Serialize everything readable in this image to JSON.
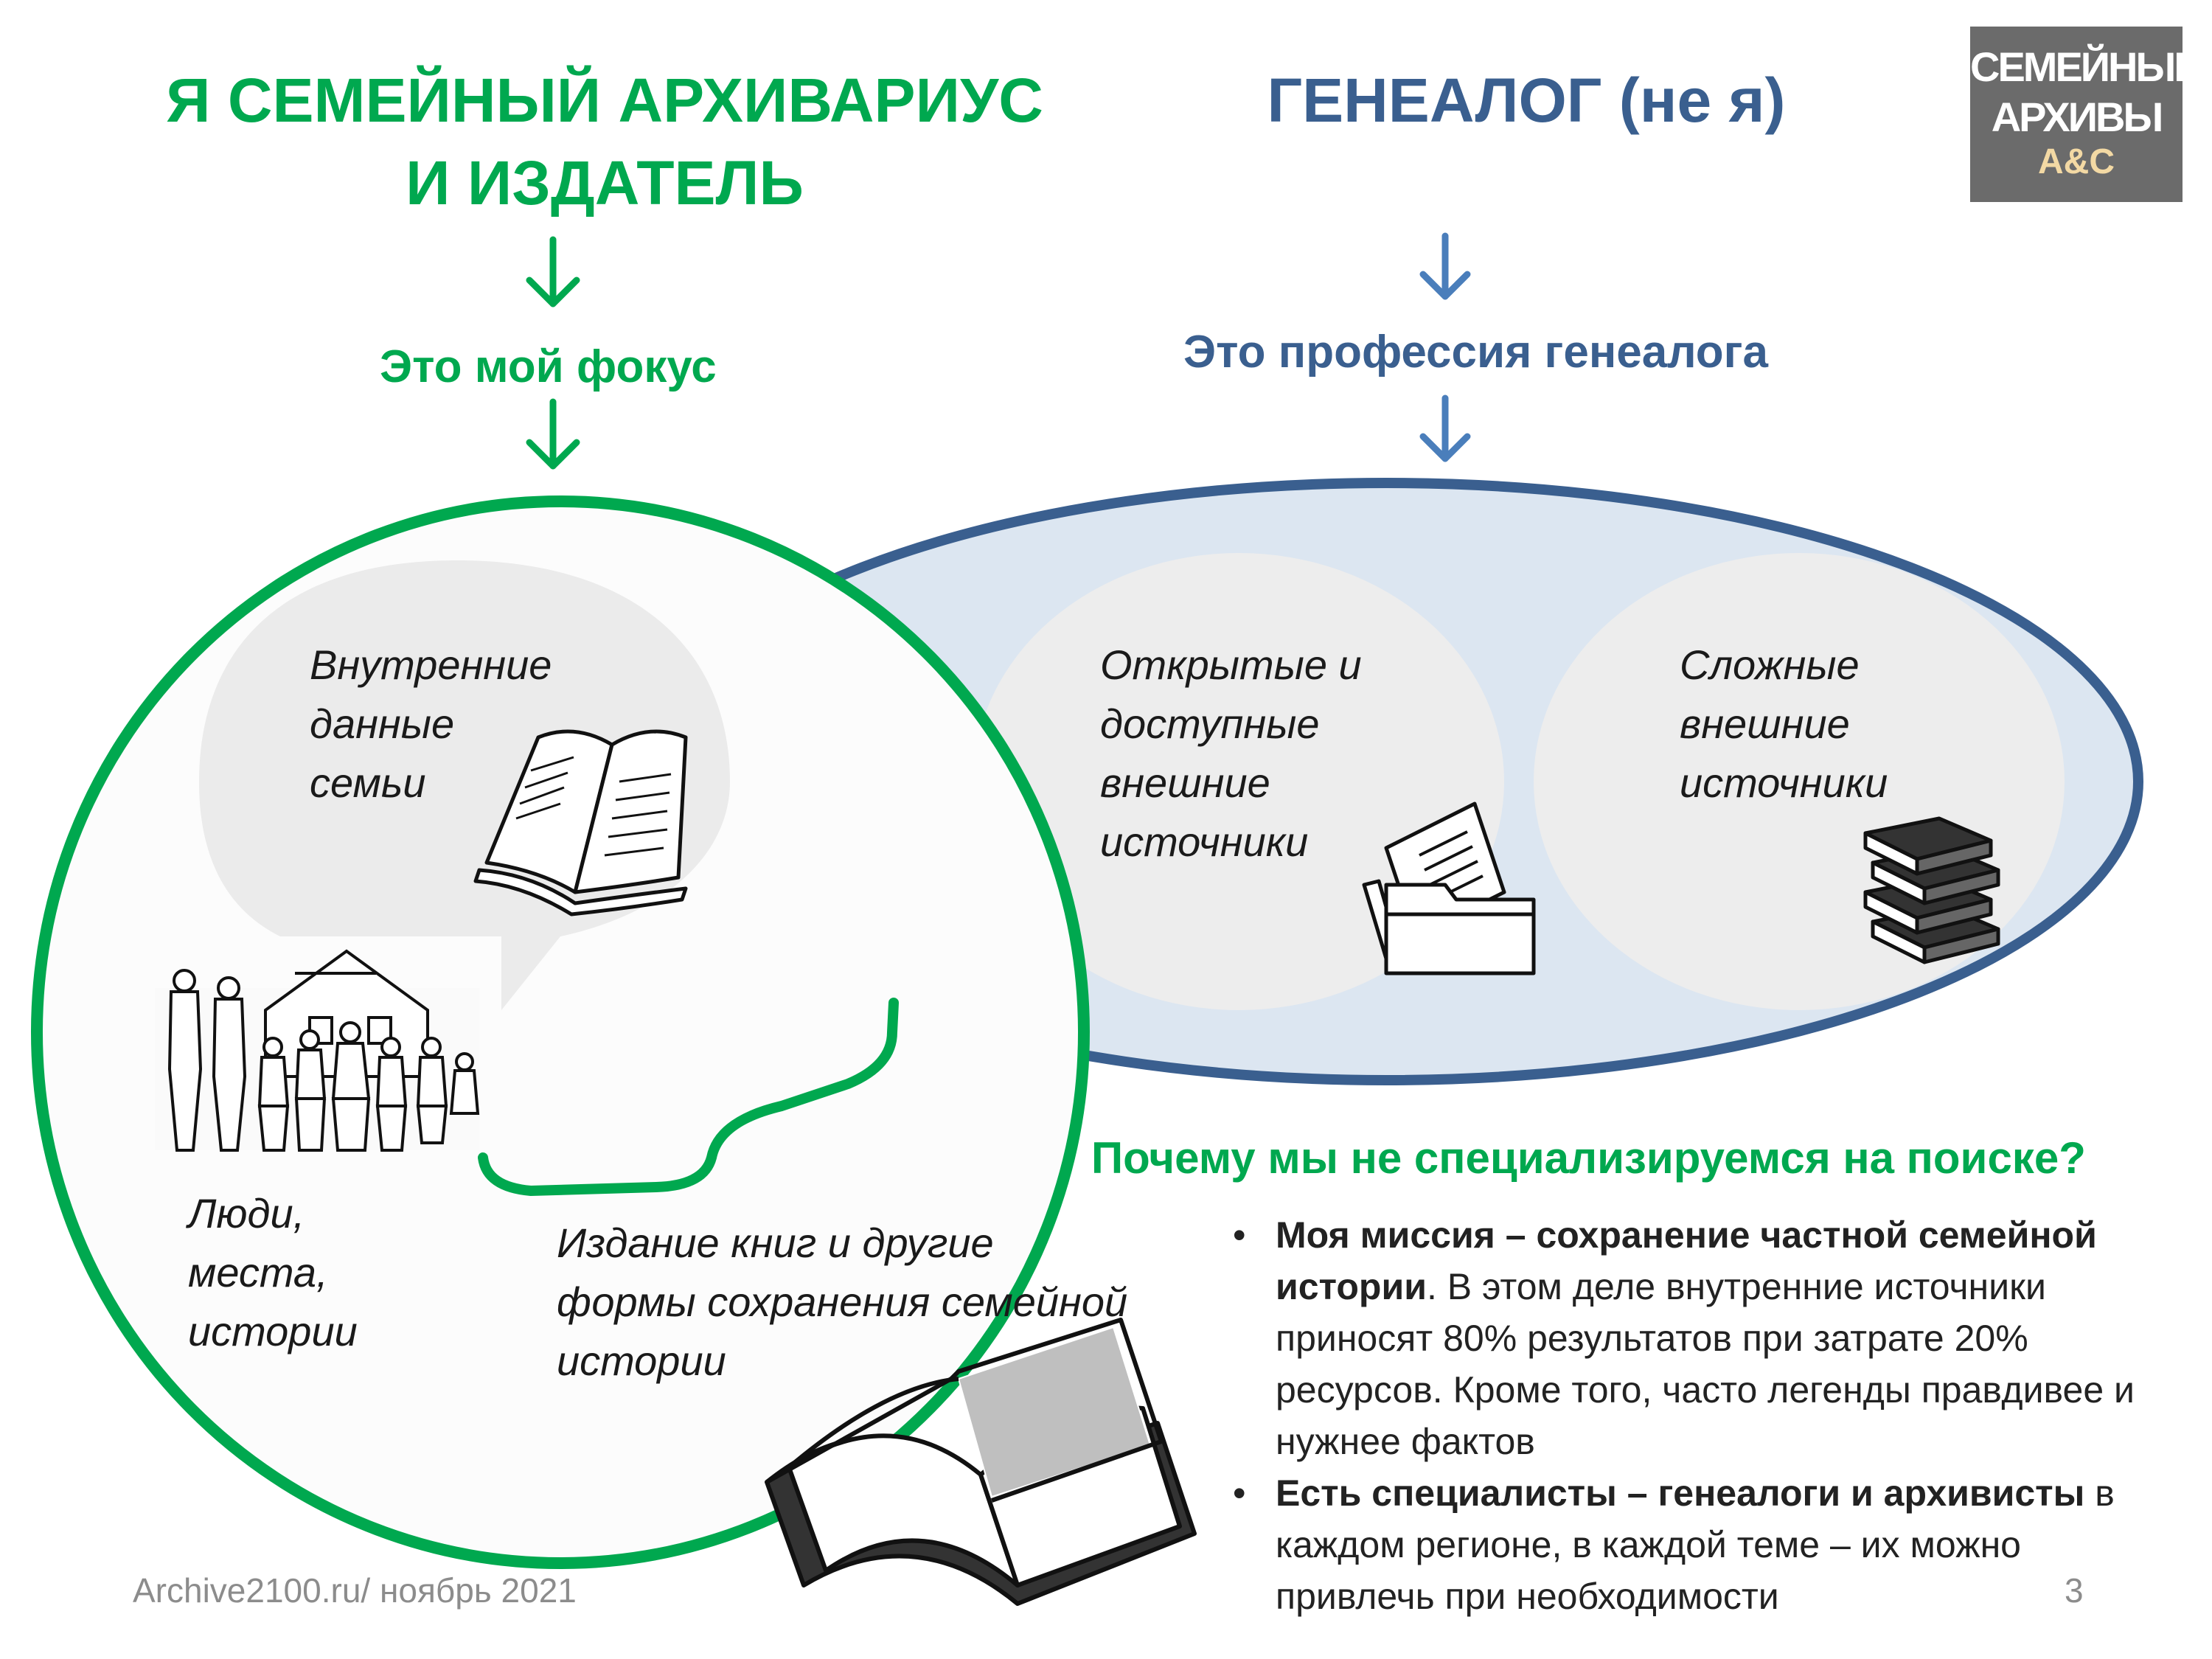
{
  "left_title": {
    "line1": "Я СЕМЕЙНЫЙ АРХИВАРИУС",
    "line2": "И ИЗДАТЕЛЬ"
  },
  "right_title": "ГЕНЕАЛОГ (не я)",
  "left_focus": "Это мой фокус",
  "right_focus": "Это профессия генеалога",
  "logo": {
    "line1": "СЕМЕЙНЫЕ",
    "line2": "АРХИВЫ",
    "line3": "А&С"
  },
  "labels": {
    "internal": [
      "Внутренние",
      "данные",
      "семьи"
    ],
    "open": [
      "Открытые и",
      "доступные",
      "внешние",
      "источники"
    ],
    "complex": [
      "Сложные",
      "внешние",
      "источники"
    ],
    "people": [
      "Люди,",
      "места,",
      "истории"
    ],
    "publish": [
      "Издание книг и другие",
      "формы сохранения семейной",
      "истории"
    ]
  },
  "question": "Почему мы не специализируемся на поиске?",
  "bullets": [
    {
      "bold": "Моя миссия – сохранение частной семейной истории",
      "text": ". В этом деле внутренние источники приносят 80% результатов при затрате 20% ресурсов. Кроме того, часто легенды правдивее и нужнее фактов"
    },
    {
      "bold": "Есть специалисты – генеалоги и архивисты",
      "text": " в каждом регионе, в каждой теме – их можно привлечь при необходимости"
    }
  ],
  "footer": "Archive2100.ru/ ноябрь 2021",
  "page_number": "3",
  "colors": {
    "green": "#00a84f",
    "blue": "#3a5f8f",
    "ellipse_fill": "#dce6f1",
    "bubble": "#ebebeb"
  }
}
